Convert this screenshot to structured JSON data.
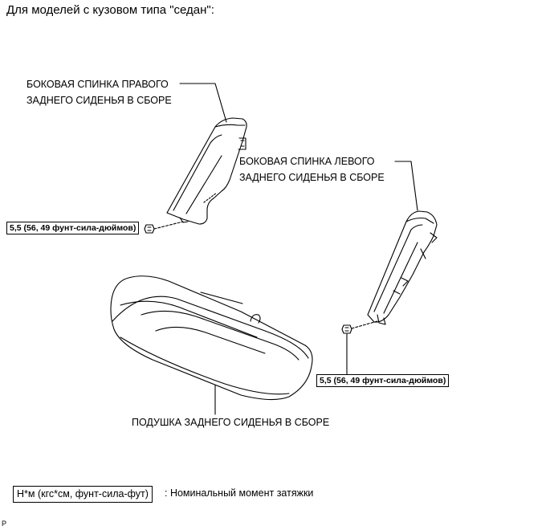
{
  "heading": "Для моделей с кузовом типа \"седан\":",
  "callouts": {
    "right_seatback": [
      "БОКОВАЯ СПИНКА ПРАВОГО",
      "ЗАДНЕГО СИДЕНЬЯ В СБОРЕ"
    ],
    "left_seatback": [
      "БОКОВАЯ СПИНКА ЛЕВОГО",
      "ЗАДНЕГО СИДЕНЬЯ В СБОРЕ"
    ],
    "cushion": "ПОДУШКА ЗАДНЕГО СИДЕНЬЯ В СБОРЕ"
  },
  "torque": {
    "right_bolt": "5,5 (56, 49 фунт-сила-дюймов)",
    "left_bolt": "5,5 (56, 49 фунт-сила-дюймов)"
  },
  "legend": {
    "unit": "Н*м (кгс*см, фунт-сила-фут)",
    "description": ": Номинальный момент затяжки"
  },
  "corner_label": "P"
}
